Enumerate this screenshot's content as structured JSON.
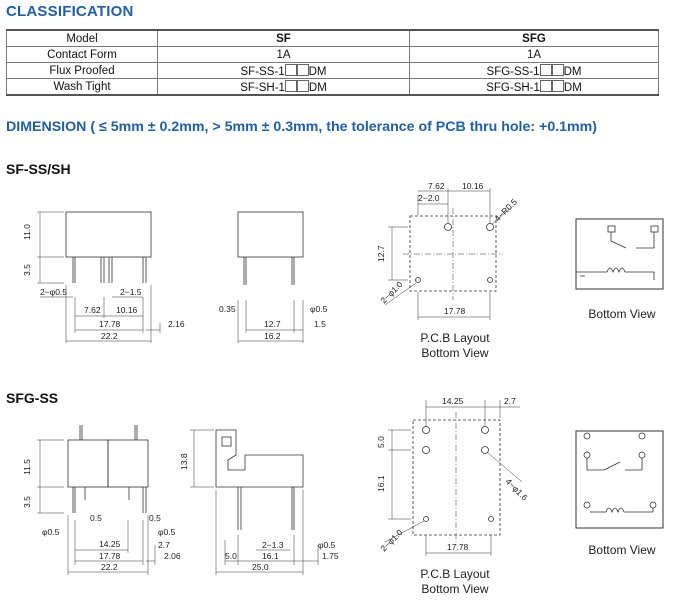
{
  "classification": {
    "title": "CLASSIFICATION",
    "header": [
      "Model",
      "SF",
      "SFG"
    ],
    "rows": [
      {
        "label": "Contact Form",
        "sf": "1A",
        "sfg": "1A"
      },
      {
        "label": "Flux Proofed",
        "sf_pre": "SF-SS-1",
        "sf_post": "DM",
        "sfg_pre": "SFG-SS-1",
        "sfg_post": "DM"
      },
      {
        "label": "Wash Tight",
        "sf_pre": "SF-SH-1",
        "sf_post": "DM",
        "sfg_pre": "SFG-SH-1",
        "sfg_post": "DM"
      }
    ]
  },
  "dimension": {
    "title": "DIMENSION ( ≤ 5mm ± 0.2mm, > 5mm ± 0.3mm, the tolerance of PCB thru hole: +0.1mm)"
  },
  "sf": {
    "section": "SF-SS/SH",
    "pcb_label_1": "P.C.B Layout",
    "pcb_label_2": "Bottom View",
    "bottom_view": "Bottom View",
    "dims": {
      "h11": "11.0",
      "h35": "3.5",
      "p2": "2−φ0.5",
      "p21": "2−1.5",
      "d762": "7.62",
      "d1016": "10.16",
      "d1778": "17.78",
      "d216": "2.16",
      "d222": "22.2",
      "d035": "0.35",
      "d127": "12.7",
      "d162": "16.2",
      "dp05": "φ0.5",
      "d15": "1.5",
      "t762": "7.62",
      "t1016": "10.16",
      "t20": "2−2.0",
      "t4r": "4−R0.5",
      "v127": "12.7",
      "h10": "2−φ1.0",
      "b1778": "17.78"
    }
  },
  "sfg": {
    "section": "SFG-SS",
    "pcb_label_1": "P.C.B Layout",
    "pcb_label_2": "Bottom View",
    "bottom_view": "Bottom View",
    "dims": {
      "h115": "11.5",
      "h35": "3.5",
      "p05a": "φ0.5",
      "d05": "0.5",
      "d05b": "0.5",
      "dp05b": "φ0.5",
      "d27": "2.7",
      "d1425": "14.25",
      "d1778": "17.78",
      "d206": "2.06",
      "d222": "22.2",
      "h138": "13.8",
      "d213": "2−1.3",
      "d50": "5.0",
      "d161": "16.1",
      "dp05": "φ0.5",
      "d175": "1.75",
      "d250": "25.0",
      "t1425": "14.25",
      "t27": "2.7",
      "v50": "5.0",
      "v161": "16.1",
      "h16": "4−φ1.6",
      "h10": "2−φ1.0",
      "b1778": "17.78"
    }
  }
}
